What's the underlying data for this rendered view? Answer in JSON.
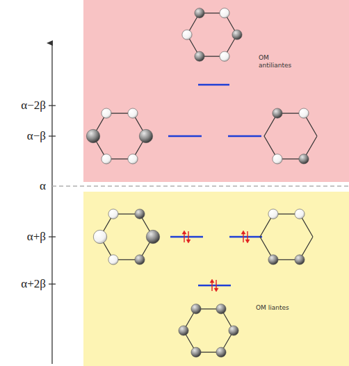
{
  "diagram": {
    "nodes": [
      {
        "text": [
          "OM antiliantes"
        ]
      },
      {
        "text": [
          "OM liantes"
        ]
      }
    ],
    "labels": [
      "α−2β",
      "α−β",
      "α",
      "α+β",
      "α+2β"
    ]
  }
}
